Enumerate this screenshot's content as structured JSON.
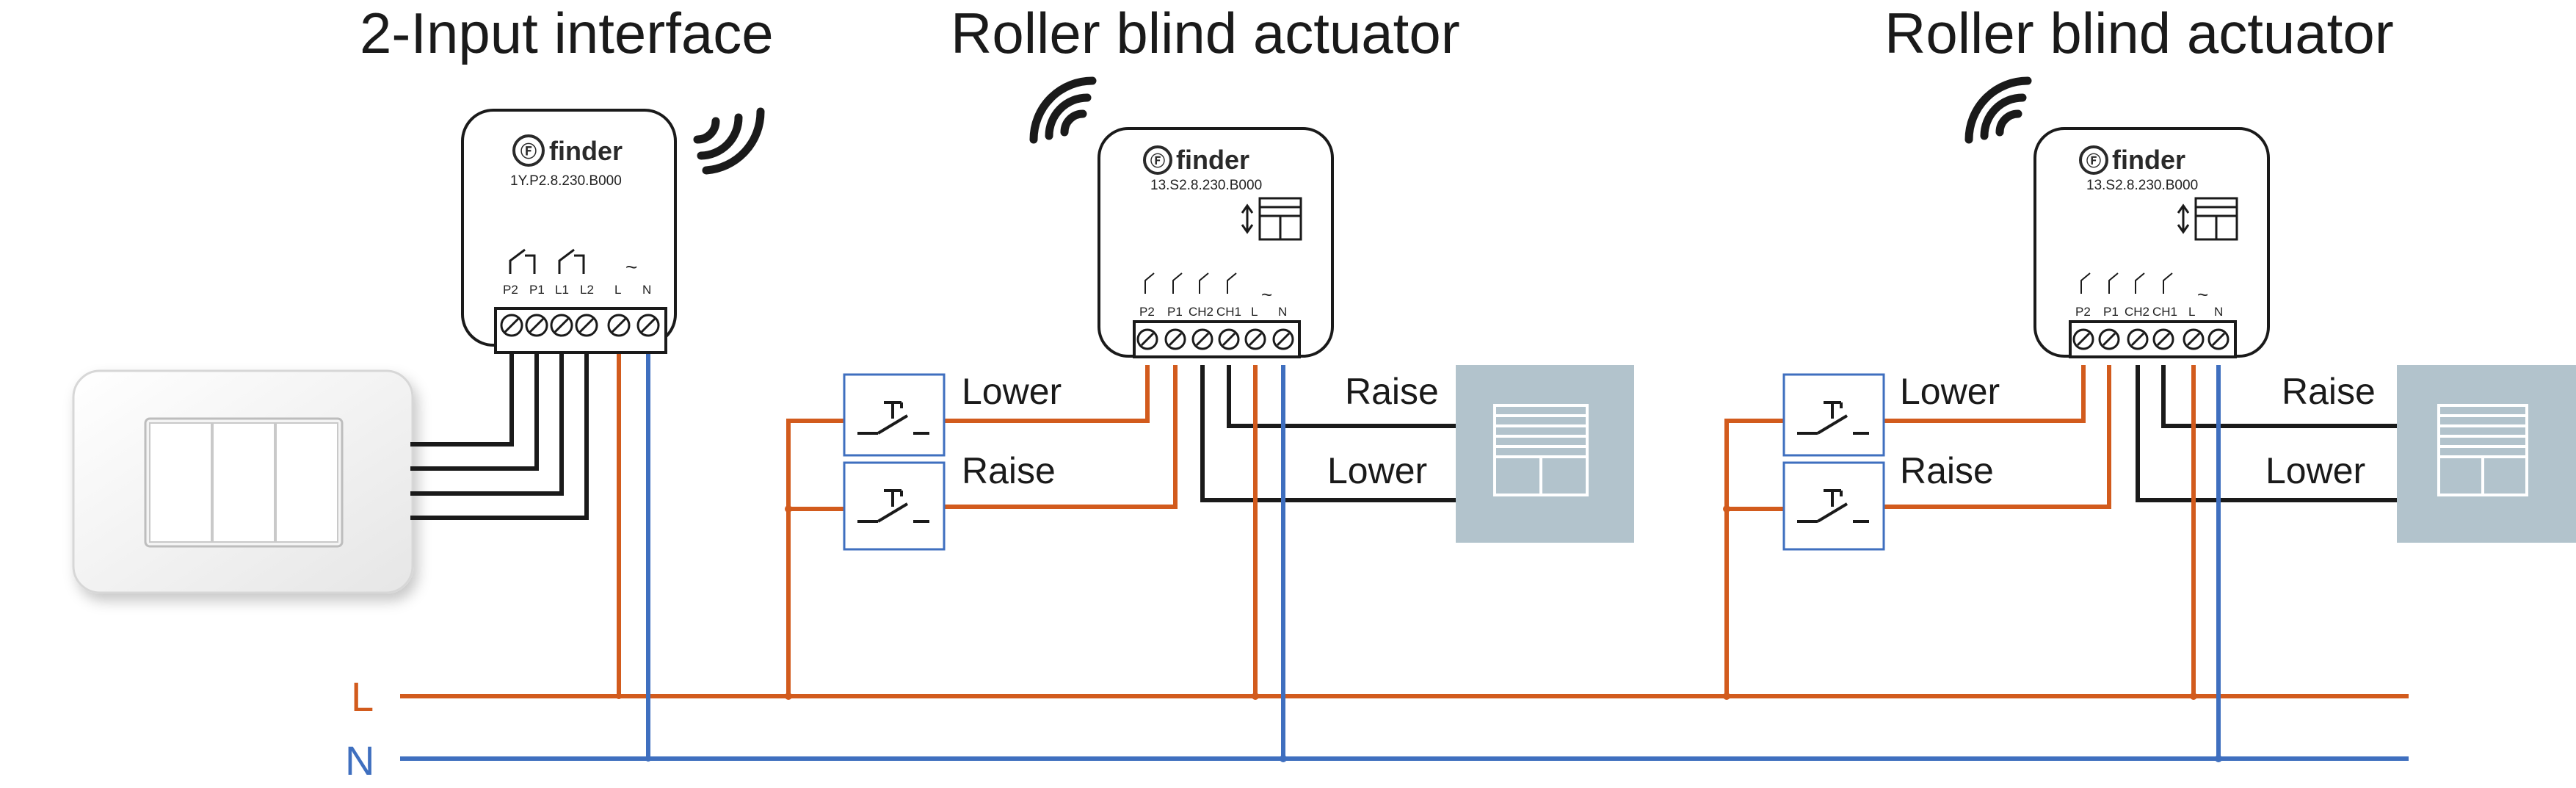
{
  "titles": {
    "input_interface": "2-Input interface",
    "actuator_1": "Roller blind actuator",
    "actuator_2": "Roller blind actuator"
  },
  "interface_device": {
    "brand": "finder",
    "model": "1Y.P2.8.230.B000",
    "terminals": [
      "P2",
      "P1",
      "L1",
      "L2",
      "L",
      "N"
    ],
    "ac_symbol": "~"
  },
  "actuator_device_1": {
    "brand": "finder",
    "model": "13.S2.8.230.B000",
    "terminals": [
      "P2",
      "P1",
      "CH2",
      "CH1",
      "L",
      "N"
    ],
    "ac_symbol": "~"
  },
  "actuator_device_2": {
    "brand": "finder",
    "model": "13.S2.8.230.B000",
    "terminals": [
      "P2",
      "P1",
      "CH2",
      "CH1",
      "L",
      "N"
    ],
    "ac_symbol": "~"
  },
  "section_1_labels": {
    "button_top": "Lower",
    "button_bottom": "Raise",
    "motor_top": "Raise",
    "motor_bottom": "Lower"
  },
  "section_2_labels": {
    "button_top": "Lower",
    "button_bottom": "Raise",
    "motor_top": "Raise",
    "motor_bottom": "Lower"
  },
  "rails": {
    "line": "L",
    "neutral": "N"
  },
  "colors": {
    "line_wire": "#d25b1d",
    "neutral_wire": "#3f6fbf",
    "control_wire": "#1a1a1a",
    "motor_panel": "#b2c3cc"
  }
}
